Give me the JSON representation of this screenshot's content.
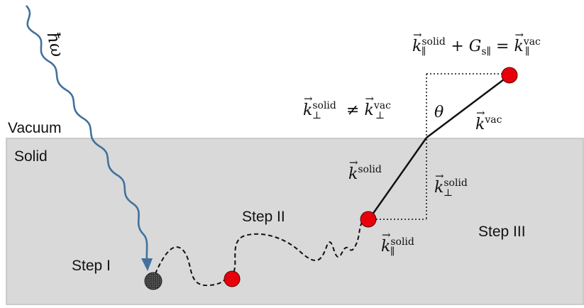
{
  "labels": {
    "photon": "ħω",
    "vacuum": "Vacuum",
    "solid": "Solid",
    "step1": "Step I",
    "step2": "Step II",
    "step3": "Step III",
    "theta": "θ",
    "k": "k",
    "solid_sup": "solid",
    "vac_sup": "vac",
    "perp": "⊥",
    "par": "∥",
    "neq": "≠",
    "plus": "+",
    "equals": "=",
    "G": "G",
    "G_sub": "s∥"
  },
  "colors": {
    "solid_fill": "#d9d9d9",
    "solid_border": "#bfbfbf",
    "photon_wave": "#41719c",
    "electron_red": "#e8000b",
    "electron_initial": "#404040",
    "path": "#111111"
  }
}
